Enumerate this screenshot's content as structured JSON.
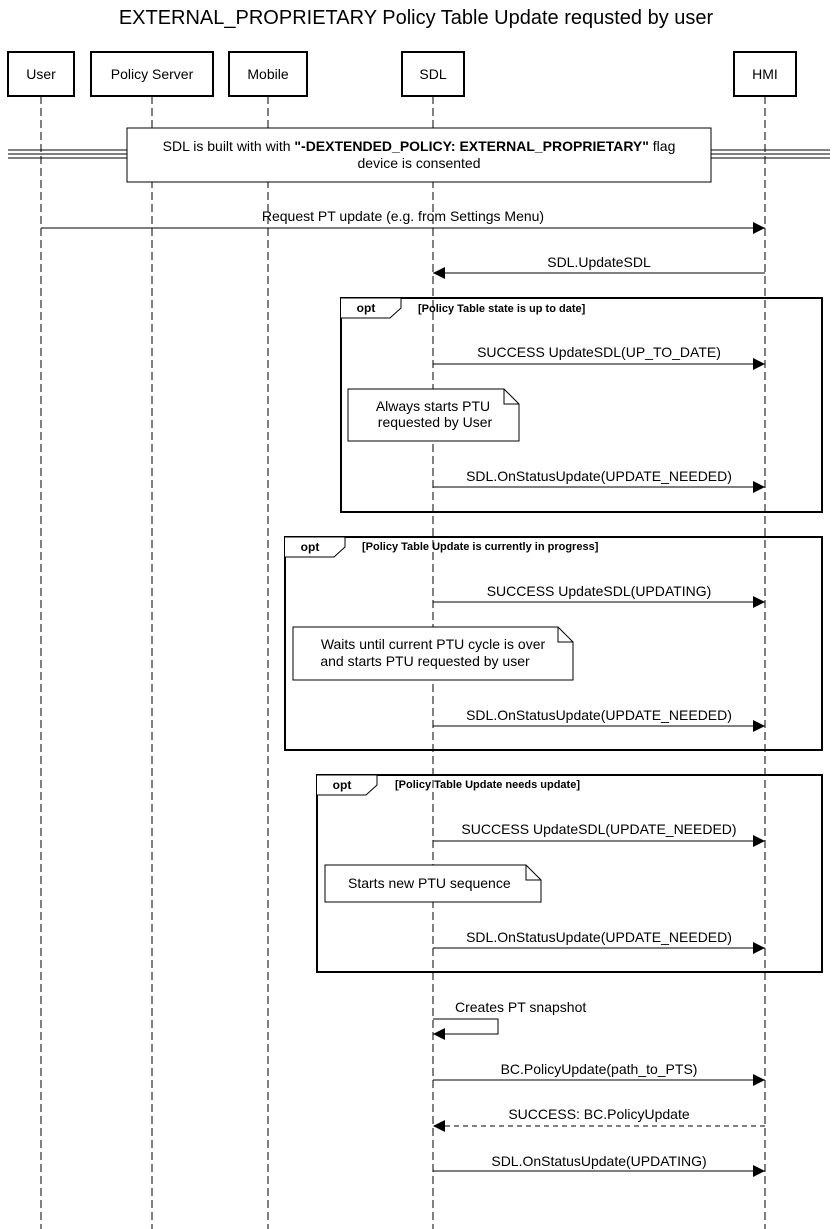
{
  "title": "EXTERNAL_PROPRIETARY Policy Table Update requsted by user",
  "participants": [
    {
      "id": "user",
      "label": "User"
    },
    {
      "id": "policy_server",
      "label": "Policy Server"
    },
    {
      "id": "mobile",
      "label": "Mobile"
    },
    {
      "id": "sdl",
      "label": "SDL"
    },
    {
      "id": "hmi",
      "label": "HMI"
    }
  ],
  "divider": {
    "line1_prefix": "SDL is built with with ",
    "line1_bold": "\"-DEXTENDED_POLICY: EXTERNAL_PROPRIETARY\"",
    "line1_suffix": " flag",
    "line2": "device is consented"
  },
  "messages": {
    "m1": "Request PT update (e.g. from Settings Menu)",
    "m2": "SDL.UpdateSDL",
    "m3": "SUCCESS UpdateSDL(UP_TO_DATE)",
    "m4": "SDL.OnStatusUpdate(UPDATE_NEEDED)",
    "m5": "SUCCESS UpdateSDL(UPDATING)",
    "m6": "SDL.OnStatusUpdate(UPDATE_NEEDED)",
    "m7": "SUCCESS UpdateSDL(UPDATE_NEEDED)",
    "m8": "SDL.OnStatusUpdate(UPDATE_NEEDED)",
    "m9": "Creates PT snapshot",
    "m10": "BC.PolicyUpdate(path_to_PTS)",
    "m11": "SUCCESS: BC.PolicyUpdate",
    "m12": "SDL.OnStatusUpdate(UPDATING)"
  },
  "fragments": [
    {
      "operator": "opt",
      "condition": "[Policy Table state is up to date]"
    },
    {
      "operator": "opt",
      "condition": "[Policy Table Update is currently in progress]"
    },
    {
      "operator": "opt",
      "condition": "[Policy Table Update needs update]"
    }
  ],
  "notes": {
    "n1_line1": "Always starts PTU",
    "n1_line2": "requested by User",
    "n2_line1": "Waits until current PTU cycle is over",
    "n2_line2": "and starts PTU requested by user",
    "n3": "Starts new PTU sequence"
  }
}
